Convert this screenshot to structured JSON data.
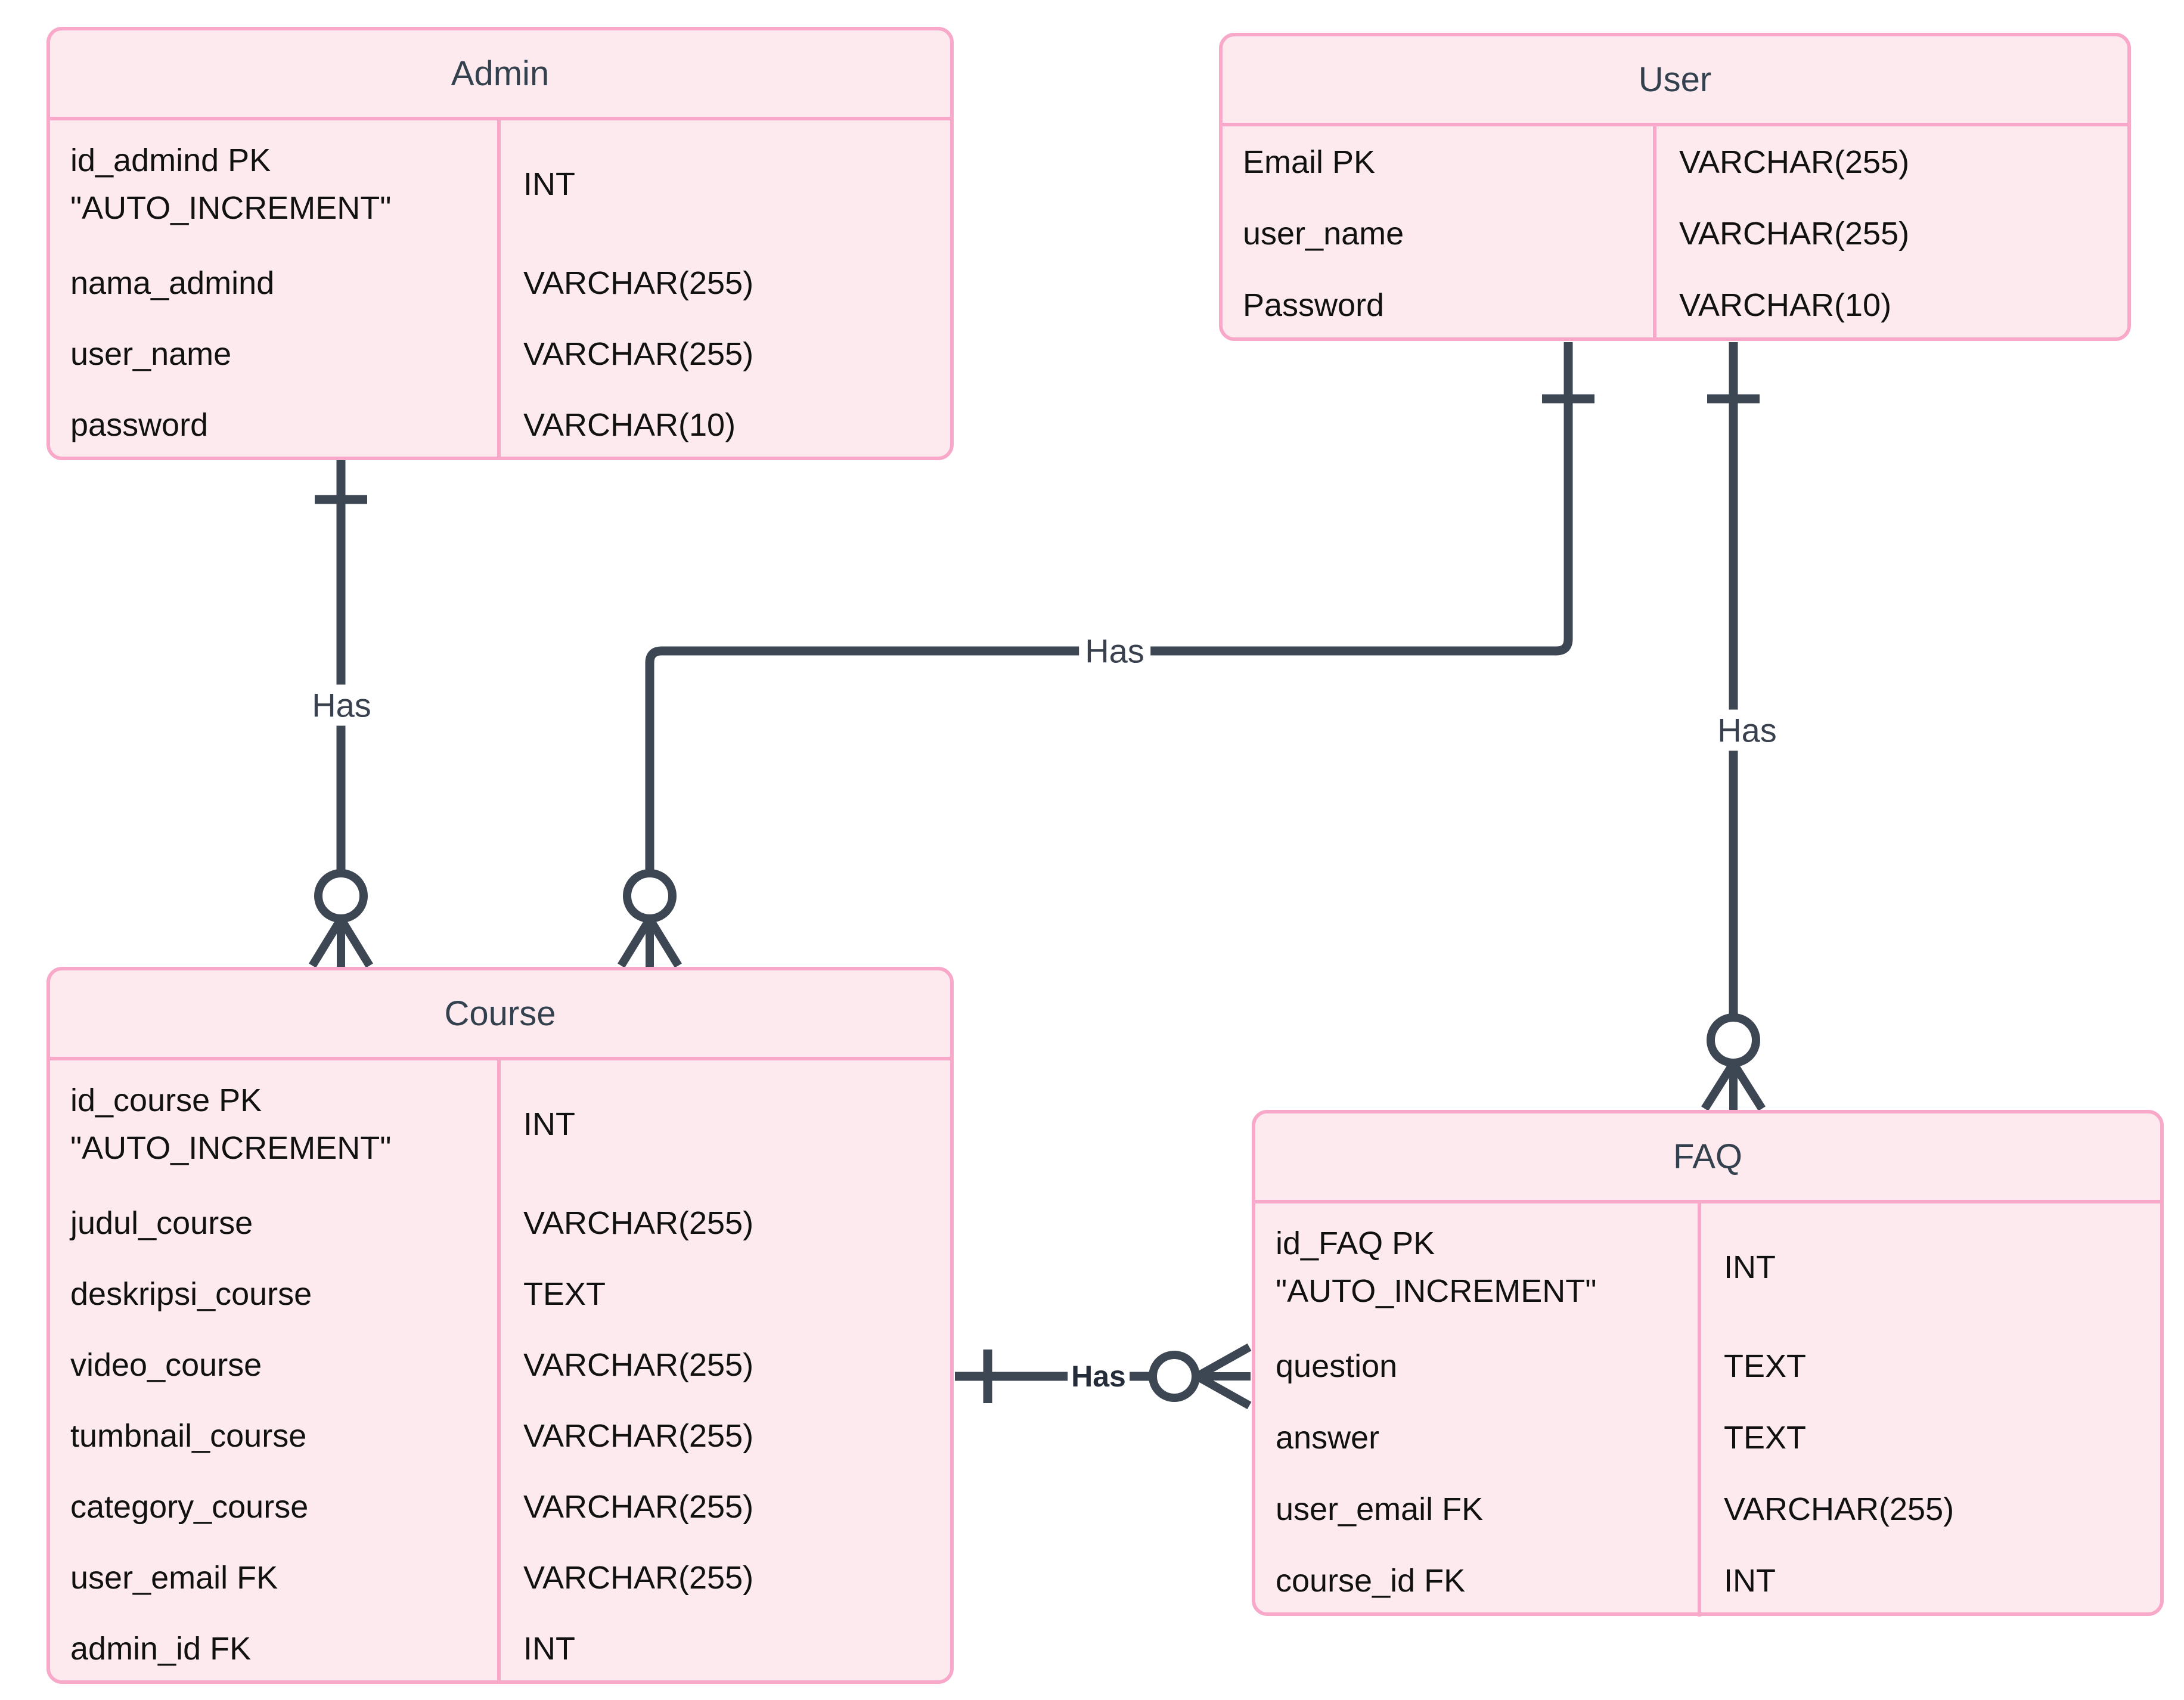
{
  "diagram": {
    "type": "er-diagram",
    "colors": {
      "background": "#ffffff",
      "entity_fill": "#fdeaee",
      "entity_border": "#f8a8c8",
      "connector": "#3d4653",
      "field_text": "#111111",
      "title_text": "#33404d",
      "label_text": "#39414f"
    },
    "entities": [
      {
        "title": "Admin",
        "fields": [
          {
            "name": "id_admind PK",
            "name_line2": "\"AUTO_INCREMENT\"",
            "type": "INT"
          },
          {
            "name": "nama_admind",
            "type": "VARCHAR(255)"
          },
          {
            "name": "user_name",
            "type": "VARCHAR(255)"
          },
          {
            "name": "password",
            "type": "VARCHAR(10)"
          }
        ]
      },
      {
        "title": "User",
        "fields": [
          {
            "name": "Email PK",
            "type": "VARCHAR(255)"
          },
          {
            "name": "user_name",
            "type": "VARCHAR(255)"
          },
          {
            "name": "Password",
            "type": "VARCHAR(10)"
          }
        ]
      },
      {
        "title": "Course",
        "fields": [
          {
            "name": "id_course PK",
            "name_line2": "\"AUTO_INCREMENT\"",
            "type": "INT"
          },
          {
            "name": "judul_course",
            "type": "VARCHAR(255)"
          },
          {
            "name": "deskripsi_course",
            "type": "TEXT"
          },
          {
            "name": "video_course",
            "type": "VARCHAR(255)"
          },
          {
            "name": "tumbnail_course",
            "type": "VARCHAR(255)"
          },
          {
            "name": "category_course",
            "type": "VARCHAR(255)"
          },
          {
            "name": "user_email FK",
            "type": "VARCHAR(255)"
          },
          {
            "name": "admin_id FK",
            "type": "INT"
          }
        ]
      },
      {
        "title": "FAQ",
        "fields": [
          {
            "name": "id_FAQ PK",
            "name_line2": "\"AUTO_INCREMENT\"",
            "type": "INT"
          },
          {
            "name": "question",
            "type": "TEXT"
          },
          {
            "name": "answer",
            "type": "TEXT"
          },
          {
            "name": "user_email FK",
            "type": "VARCHAR(255)"
          },
          {
            "name": "course_id FK",
            "type": "INT"
          }
        ]
      }
    ],
    "relationships": [
      {
        "from": "Admin",
        "to": "Course",
        "label": "Has",
        "from_cardinality": "exactly-one",
        "to_cardinality": "zero-or-many"
      },
      {
        "from": "User",
        "to": "Course",
        "label": "Has",
        "from_cardinality": "exactly-one",
        "to_cardinality": "zero-or-many"
      },
      {
        "from": "User",
        "to": "FAQ",
        "label": "Has",
        "from_cardinality": "exactly-one",
        "to_cardinality": "zero-or-many"
      },
      {
        "from": "Course",
        "to": "FAQ",
        "label": "Has",
        "from_cardinality": "exactly-one",
        "to_cardinality": "zero-or-many"
      }
    ]
  }
}
